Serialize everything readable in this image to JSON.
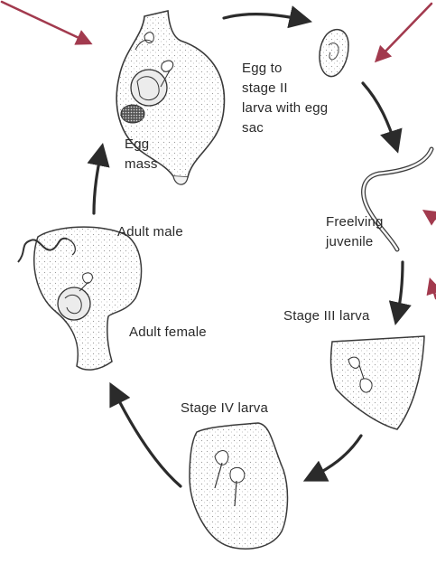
{
  "labels": {
    "egg_to": "Egg to",
    "stage_ii": "stage II",
    "larva_with_egg": "larva with egg",
    "sac": "sac",
    "egg": "Egg",
    "mass": "mass",
    "adult_male": "Adult male",
    "adult_female": "Adult female",
    "freelving": "Freelving",
    "juvenile": "juvenile",
    "stage_iii_larva": "Stage III larva",
    "stage_iv_larva": "Stage IV larva"
  },
  "colors": {
    "pointer_arrow": "#a23a4e",
    "cycle_arrow": "#2b2b2b",
    "drawing_stroke": "#3a3a3a",
    "stipple": "#9a9a9a"
  }
}
